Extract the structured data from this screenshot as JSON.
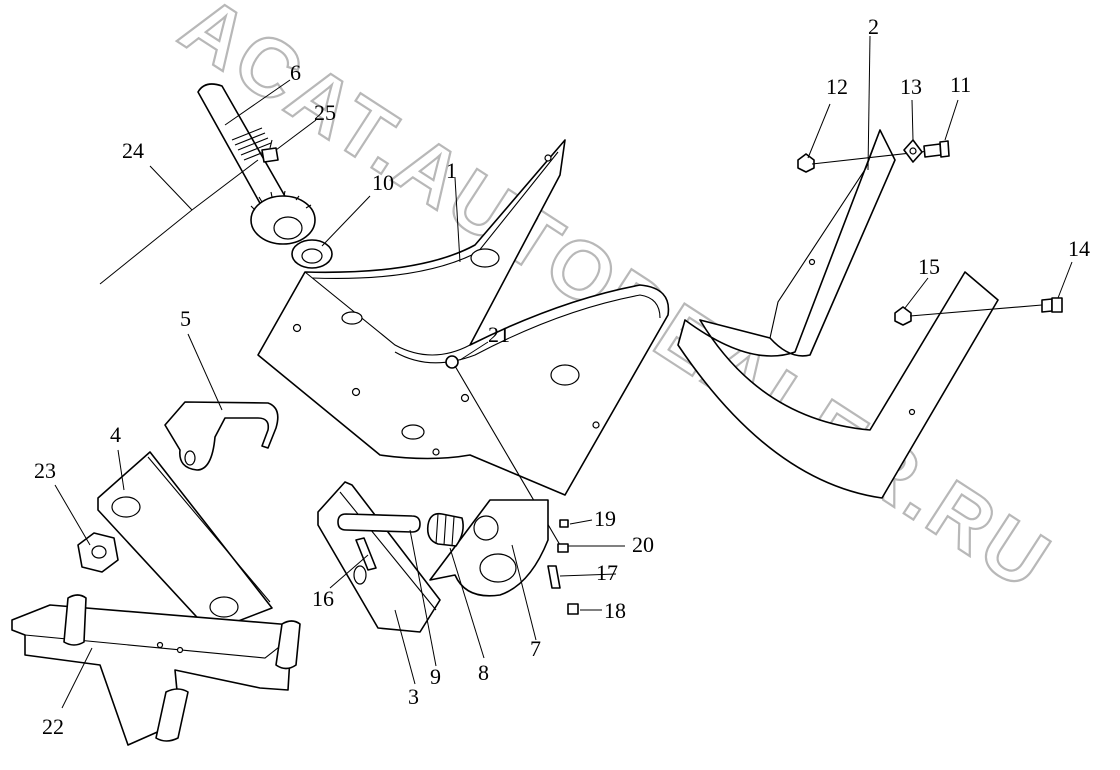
{
  "watermark": {
    "text": "ACAT.AUTODEALER.RU"
  },
  "callouts": [
    {
      "id": "c1",
      "label": "1"
    },
    {
      "id": "c2",
      "label": "2"
    },
    {
      "id": "c3",
      "label": "3"
    },
    {
      "id": "c4",
      "label": "4"
    },
    {
      "id": "c5",
      "label": "5"
    },
    {
      "id": "c6",
      "label": "6"
    },
    {
      "id": "c7",
      "label": "7"
    },
    {
      "id": "c8",
      "label": "8"
    },
    {
      "id": "c9",
      "label": "9"
    },
    {
      "id": "c10",
      "label": "10"
    },
    {
      "id": "c11",
      "label": "11"
    },
    {
      "id": "c12",
      "label": "12"
    },
    {
      "id": "c13",
      "label": "13"
    },
    {
      "id": "c14",
      "label": "14"
    },
    {
      "id": "c15",
      "label": "15"
    },
    {
      "id": "c16",
      "label": "16"
    },
    {
      "id": "c17",
      "label": "17"
    },
    {
      "id": "c18",
      "label": "18"
    },
    {
      "id": "c19",
      "label": "19"
    },
    {
      "id": "c20",
      "label": "20"
    },
    {
      "id": "c21",
      "label": "21"
    },
    {
      "id": "c22",
      "label": "22"
    },
    {
      "id": "c23",
      "label": "23"
    },
    {
      "id": "c24",
      "label": "24"
    },
    {
      "id": "c25",
      "label": "25"
    }
  ]
}
